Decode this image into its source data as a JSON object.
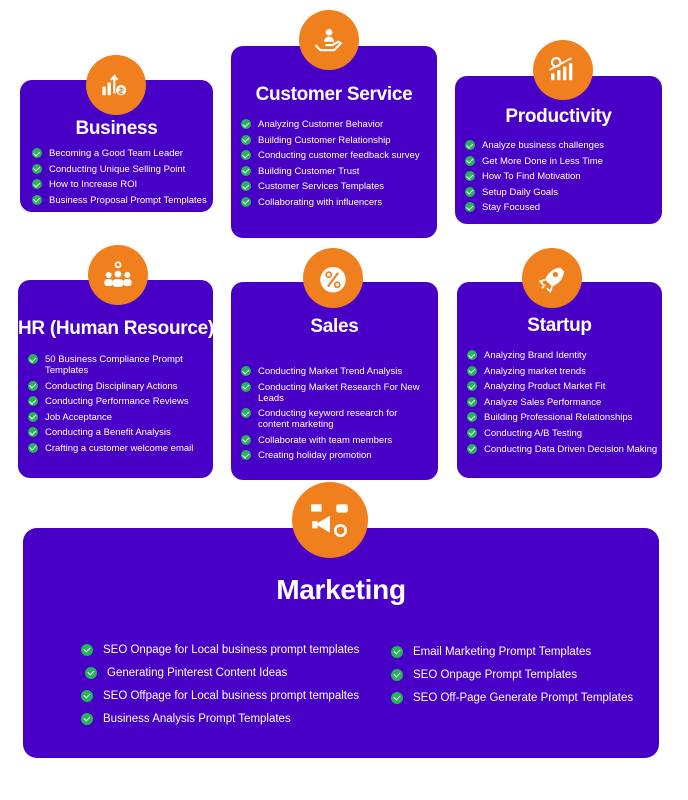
{
  "colors": {
    "card": "#4800c6",
    "icon": "#f07f1e",
    "check": "#27b35a"
  },
  "cards": [
    {
      "id": "business",
      "title": "Business",
      "icon": "growth-dollar-icon",
      "items": [
        "Becoming a Good Team Leader",
        "Conducting Unique Selling Point",
        "How to Increase ROI",
        "Business Proposal Prompt Templates"
      ]
    },
    {
      "id": "customer-service",
      "title": "Customer Service",
      "icon": "hand-person-icon",
      "items": [
        "Analyzing Customer Behavior",
        "Building Customer Relationship",
        "Conducting customer feedback survey",
        "Building Customer Trust",
        "Customer Services Templates",
        "Collaborating with influencers"
      ]
    },
    {
      "id": "productivity",
      "title": "Productivity",
      "icon": "chart-gear-icon",
      "items": [
        "Analyze business challenges",
        "Get More Done in Less Time",
        "How To Find Motivation",
        "Setup Daily Goals",
        "Stay Focused"
      ]
    },
    {
      "id": "hr",
      "title": "HR (Human Resource)",
      "icon": "team-gear-icon",
      "items": [
        "50 Business Compliance Prompt Templates",
        "Conducting Disciplinary Actions",
        "Conducting Performance Reviews",
        "Job Acceptance",
        "Conducting a Benefit Analysis",
        "Crafting a customer welcome email"
      ]
    },
    {
      "id": "sales",
      "title": "Sales",
      "icon": "percent-badge-icon",
      "items": [
        "Conducting Market Trend Analysis",
        "Conducting Market Research For New Leads",
        "Conducting keyword research for content marketing",
        "Collaborate with team members",
        "Creating holiday promotion"
      ]
    },
    {
      "id": "startup",
      "title": "Startup",
      "icon": "rocket-icon",
      "items": [
        "Analyzing Brand Identity",
        "Analyzing market trends",
        "Analyzing Product Market Fit",
        "Analyze Sales Performance",
        "Building Professional Relationships",
        "Conducting A/B Testing",
        "Conducting Data Driven Decision Making"
      ]
    }
  ],
  "marketing": {
    "title": "Marketing",
    "icon": "megaphone-icon",
    "left": [
      "SEO Onpage for Local business prompt templates",
      "Generating Pinterest Content Ideas",
      "SEO Offpage for Local business prompt tempaltes",
      "Business Analysis Prompt Templates"
    ],
    "right": [
      "Email Marketing Prompt Templates",
      "SEO Onpage Prompt Templates",
      "SEO Off-Page Generate Prompt Templates"
    ]
  }
}
